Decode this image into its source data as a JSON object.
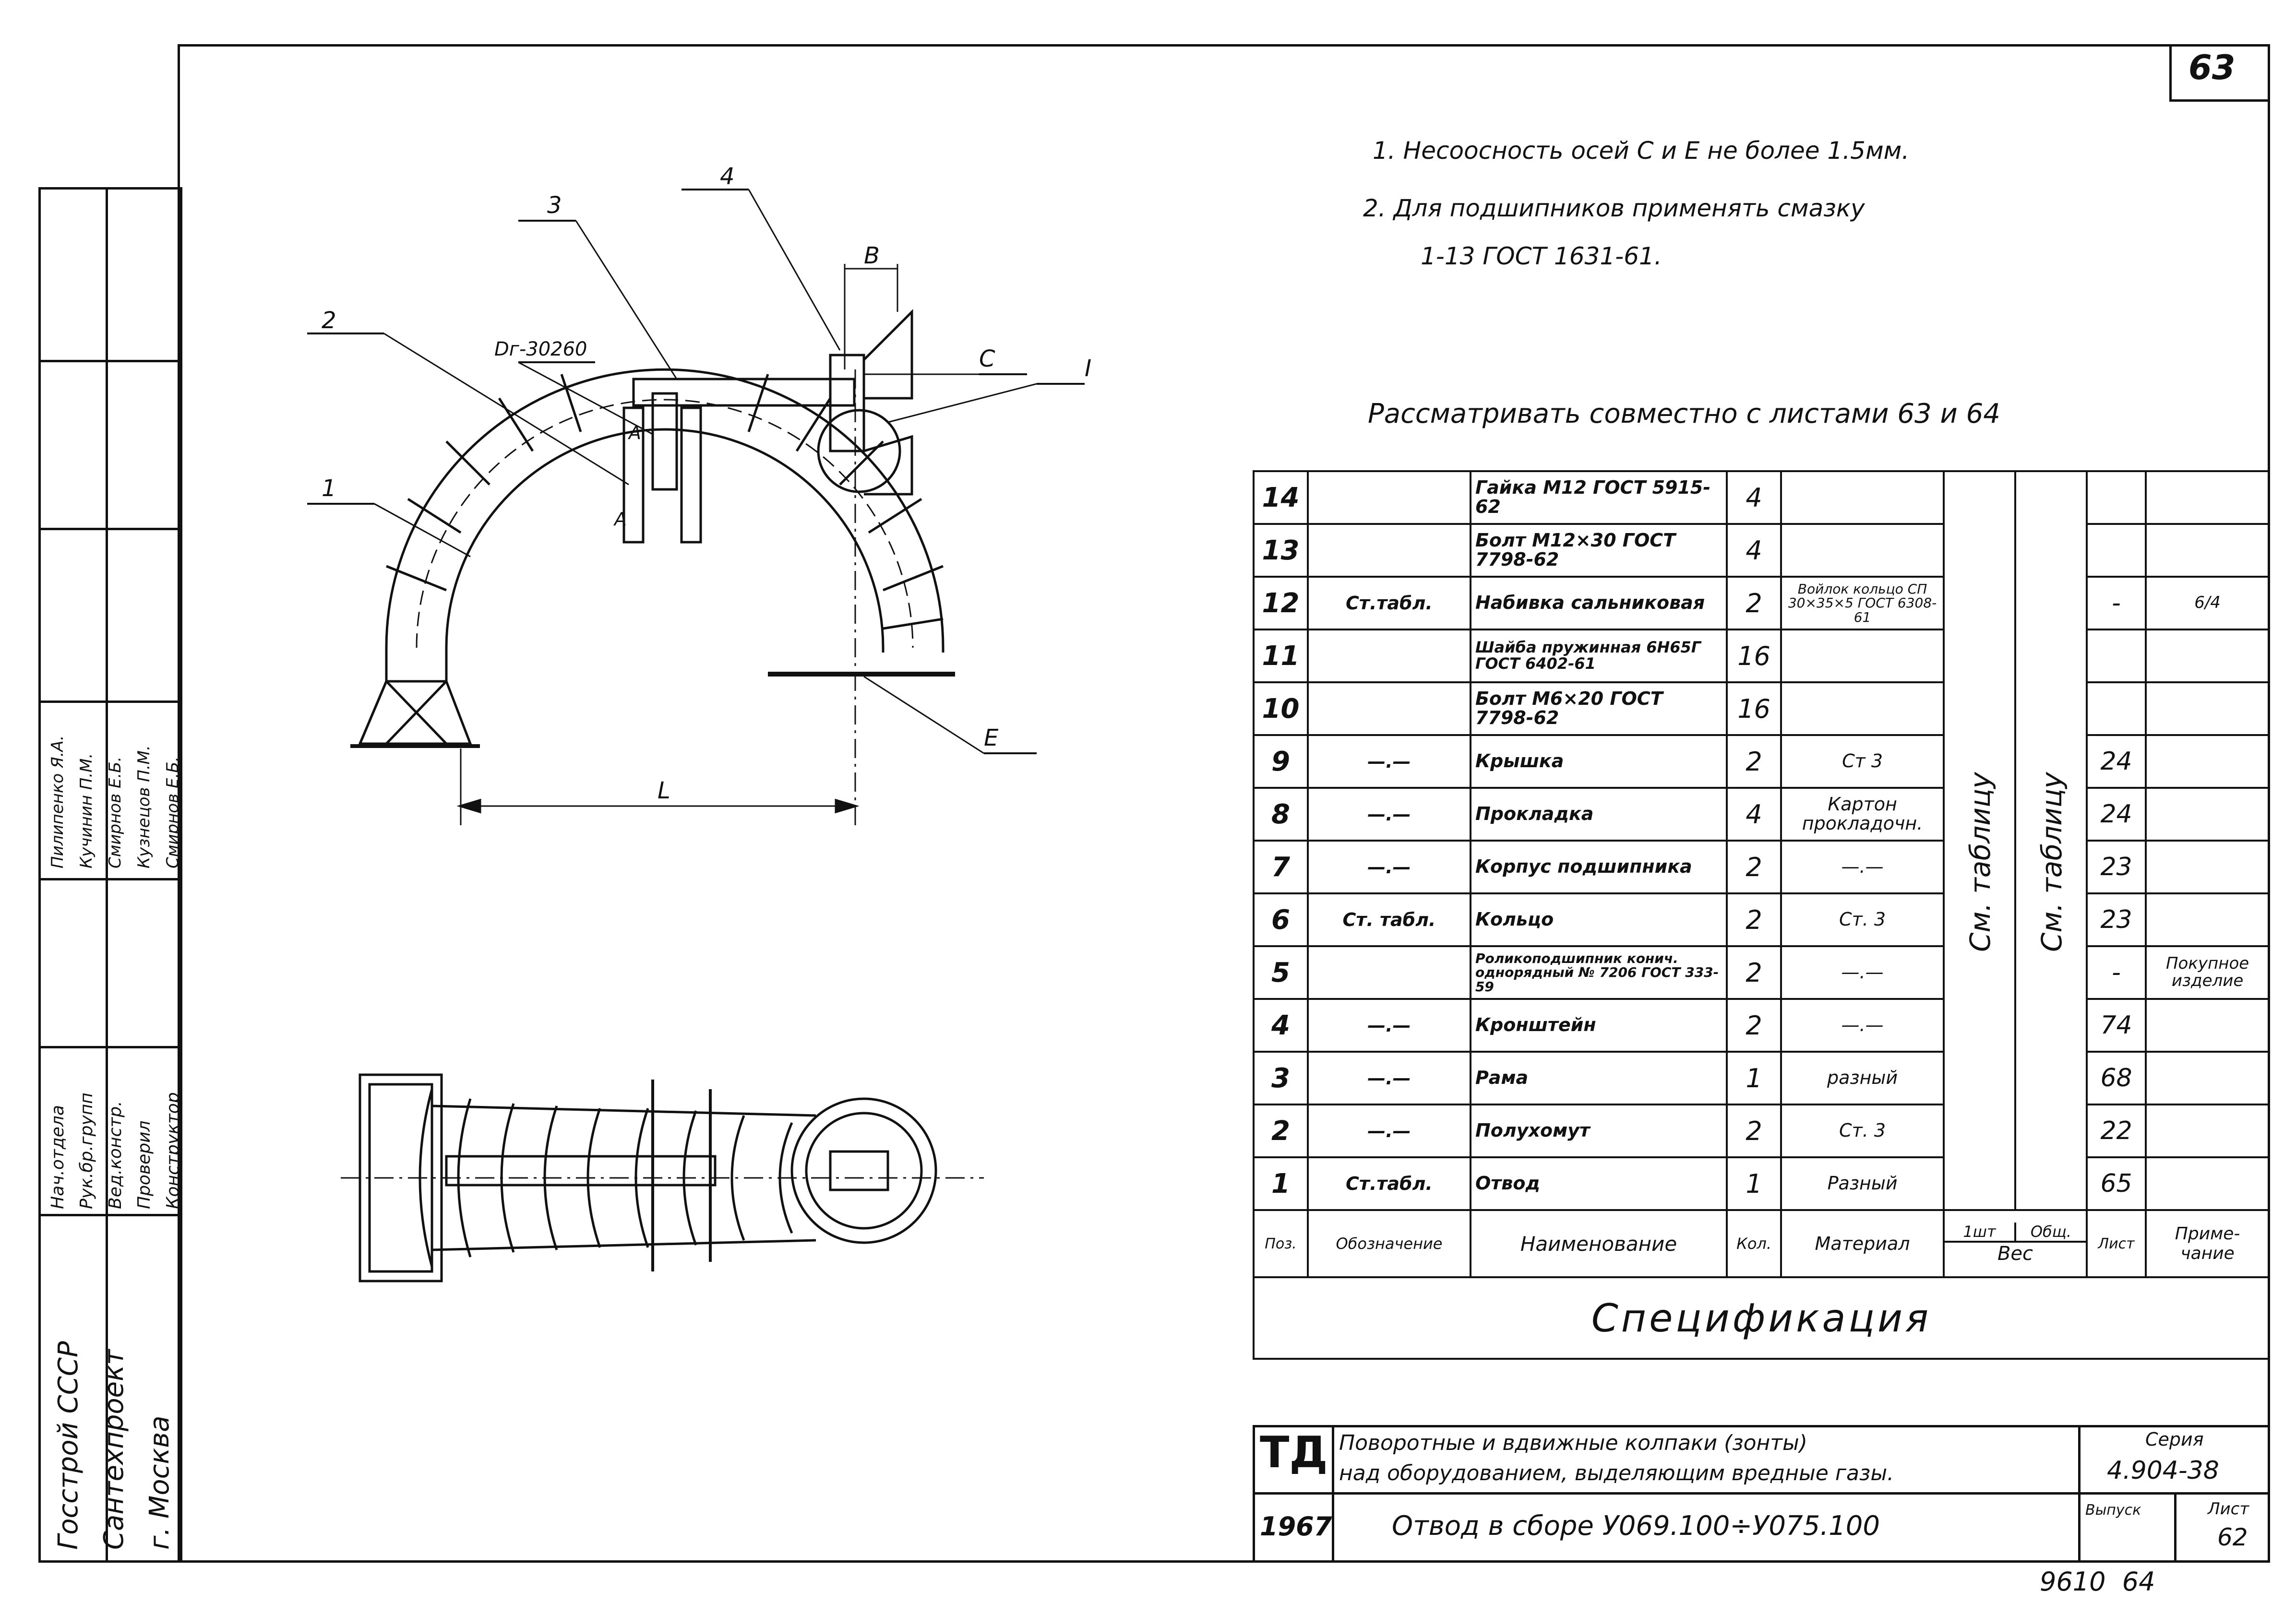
{
  "sheet_number": "63",
  "notes": [
    "1. Несоосность осей C и E не более 1.5мм.",
    "2. Для подшипников применять смазку",
    "1-13 ГОСТ 1631-61."
  ],
  "view_with": "Рассматривать совместно с листами 63 и 64",
  "drawing_labels": {
    "l1": "1",
    "l2": "2",
    "l3": "3",
    "l4": "4",
    "lB": "B",
    "lC": "C",
    "lE": "E",
    "lI": "I",
    "lL": "L",
    "lA1": "A",
    "lA2": "A",
    "lDim": "Dг-30260"
  },
  "spec_rows": [
    {
      "pos": "14",
      "designation": "",
      "name": "Гайка М12 ГОСТ 5915-62",
      "qty": "4",
      "material": "",
      "sheet": "",
      "remark": ""
    },
    {
      "pos": "13",
      "designation": "",
      "name": "Болт М12×30 ГОСТ 7798-62",
      "qty": "4",
      "material": "",
      "sheet": "",
      "remark": ""
    },
    {
      "pos": "12",
      "designation": "Ст.табл.",
      "name": "Набивка сальниковая",
      "qty": "2",
      "material": "Войлок кольцо СП 30×35×5 ГОСТ 6308-61",
      "sheet": "-",
      "remark": "6/4"
    },
    {
      "pos": "11",
      "designation": "",
      "name": "Шайба пружинная 6Н65Г ГОСТ 6402-61",
      "qty": "16",
      "material": "",
      "sheet": "",
      "remark": ""
    },
    {
      "pos": "10",
      "designation": "",
      "name": "Болт М6×20 ГОСТ 7798-62",
      "qty": "16",
      "material": "",
      "sheet": "",
      "remark": ""
    },
    {
      "pos": "9",
      "designation": "—.—",
      "name": "Крышка",
      "qty": "2",
      "material": "Ст 3",
      "sheet": "24",
      "remark": ""
    },
    {
      "pos": "8",
      "designation": "—.—",
      "name": "Прокладка",
      "qty": "4",
      "material": "Картон прокладочн.",
      "sheet": "24",
      "remark": ""
    },
    {
      "pos": "7",
      "designation": "—.—",
      "name": "Корпус подшипника",
      "qty": "2",
      "material": "—.—",
      "sheet": "23",
      "remark": ""
    },
    {
      "pos": "6",
      "designation": "Ст. табл.",
      "name": "Кольцо",
      "qty": "2",
      "material": "Ст. 3",
      "sheet": "23",
      "remark": ""
    },
    {
      "pos": "5",
      "designation": "",
      "name": "Роликоподшипник конич. однорядный № 7206 ГОСТ 333-59",
      "qty": "2",
      "material": "—.—",
      "sheet": "-",
      "remark": "Покупное изделие"
    },
    {
      "pos": "4",
      "designation": "—.—",
      "name": "Кронштейн",
      "qty": "2",
      "material": "—.—",
      "sheet": "74",
      "remark": ""
    },
    {
      "pos": "3",
      "designation": "—.—",
      "name": "Рама",
      "qty": "1",
      "material": "разный",
      "sheet": "68",
      "remark": ""
    },
    {
      "pos": "2",
      "designation": "—.—",
      "name": "Полухомут",
      "qty": "2",
      "material": "Ст. 3",
      "sheet": "22",
      "remark": ""
    },
    {
      "pos": "1",
      "designation": "Ст.табл.",
      "name": "Отвод",
      "qty": "1",
      "material": "Разный",
      "sheet": "65",
      "remark": ""
    }
  ],
  "weight_col_1": "См. таблицу",
  "weight_col_2": "См. таблицу",
  "spec_header": {
    "pos": "Поз.",
    "designation": "Обозначение",
    "name": "Наименование",
    "qty": "Кол.",
    "material": "Материал",
    "w1": "1шт",
    "w2": "Общ.",
    "weight": "Вес",
    "sheet": "Лист",
    "remark": "Приме-чание"
  },
  "spec_title": "Спецификация",
  "title_block": {
    "logo": "ТД",
    "project_line1": "Поворотные и вдвижные колпаки (зонты)",
    "project_line2": "над оборудованием, выделяющим вредные газы.",
    "series_label": "Серия",
    "series": "4.904-38",
    "year": "1967",
    "drawing_title": "Отвод в сборе У069.100÷У075.100",
    "issue_label": "Выпуск",
    "sheet_label": "Лист",
    "sheet": "62"
  },
  "stamp_bottom": "9610  64",
  "side_org": [
    "Госстрой СССР",
    "Сантехпроект",
    "г. Москва"
  ],
  "side_roles": [
    "Нач.отдела",
    "Рук.бр.групп",
    "Вед.констр.",
    "Проверил",
    "Конструктор"
  ],
  "side_names": [
    "Пилипенко Я.А.",
    "Кучинин П.М.",
    "Смирнов Е.Б.",
    "Кузнецов П.М.",
    "Смирнов Е.Б."
  ]
}
